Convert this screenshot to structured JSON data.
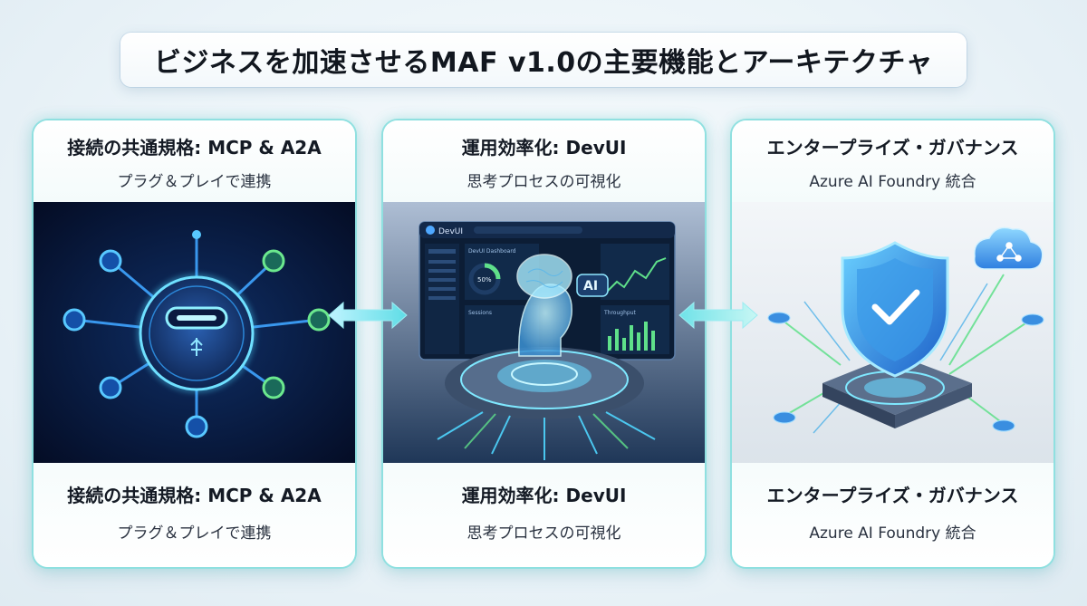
{
  "title": "ビジネスを加速させるMAF v1.0の主要機能とアーキテクチャ",
  "cards": [
    {
      "header_title": "接続の共通規格: MCP & A2A",
      "header_sub": "プラグ＆プレイで連携",
      "footer_title": "接続の共通規格: MCP & A2A",
      "footer_sub": "プラグ＆プレイで連携",
      "illustration": "usb-connector-hub-icon"
    },
    {
      "header_title": "運用効率化: DevUI",
      "header_sub": "思考プロセスの可視化",
      "footer_title": "運用効率化: DevUI",
      "footer_sub": "思考プロセスの可視化",
      "illustration": "ai-brain-dashboard-icon",
      "screen": {
        "app_name": "DevUI",
        "panel_title": "DevUI Dashboard",
        "gauge_value": "50%",
        "panel2_title": "Sessions",
        "panel3_title": "Throughput",
        "ai_badge": "AI"
      }
    },
    {
      "header_title": "エンタープライズ・ガバナンス",
      "header_sub": "Azure AI Foundry 統合",
      "footer_title": "エンタープライズ・ガバナンス",
      "footer_sub": "Azure AI Foundry 統合",
      "illustration": "security-shield-cloud-icon"
    }
  ],
  "colors": {
    "accent_cyan": "#4fd6e0",
    "accent_blue": "#2f7fe0",
    "accent_green": "#5fe08a",
    "dark_bg": "#071433"
  }
}
